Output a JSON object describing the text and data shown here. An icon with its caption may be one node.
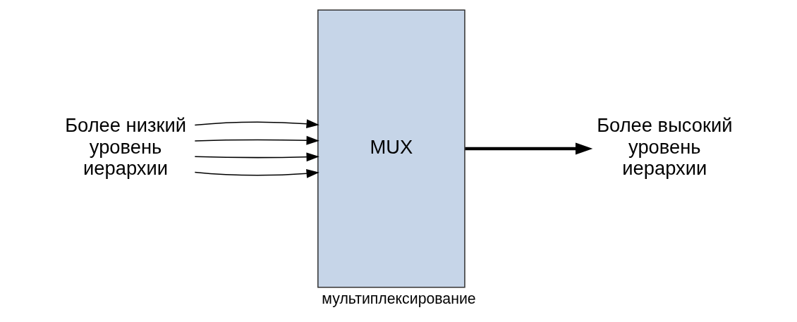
{
  "diagram": {
    "caption": "мультиплексирование",
    "nodes": [
      {
        "text": [
          "Более низкий уровень иерархии"
        ]
      },
      {
        "text": [
          "MUX"
        ]
      },
      {
        "text": [
          "Более высокий уровень иерархии"
        ]
      }
    ],
    "edges": [
      {
        "from": 0,
        "to": 1,
        "arrow": "to"
      },
      {
        "from": 0,
        "to": 1,
        "arrow": "to"
      },
      {
        "from": 0,
        "to": 1,
        "arrow": "to"
      },
      {
        "from": 0,
        "to": 1,
        "arrow": "to"
      },
      {
        "from": 1,
        "to": 2,
        "arrow": "to",
        "style": "thick"
      }
    ]
  }
}
